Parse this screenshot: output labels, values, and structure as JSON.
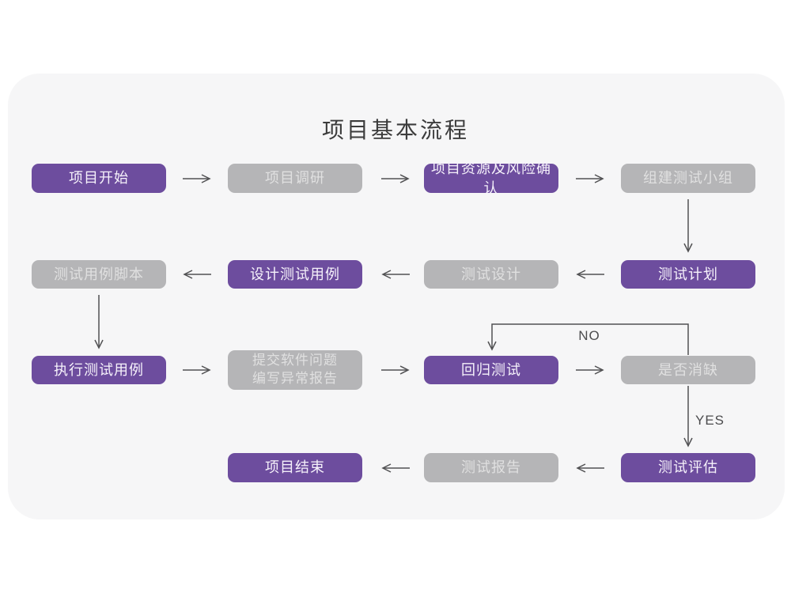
{
  "title": "项目基本流程",
  "colors": {
    "accent": "#6d4d9e",
    "muted_box": "#b5b5b7",
    "card_background": "#f6f6f7",
    "arrow": "#515153"
  },
  "nodes": [
    {
      "id": "project-start",
      "label": "项目开始",
      "variant": "accent"
    },
    {
      "id": "project-research",
      "label": "项目调研",
      "variant": "muted"
    },
    {
      "id": "resource-risk",
      "label": "项目资源及风险确认",
      "variant": "accent"
    },
    {
      "id": "build-test-team",
      "label": "组建测试小组",
      "variant": "muted"
    },
    {
      "id": "test-case-script",
      "label": "测试用例脚本",
      "variant": "muted"
    },
    {
      "id": "design-test-case",
      "label": "设计测试用例",
      "variant": "accent"
    },
    {
      "id": "test-design",
      "label": "测试设计",
      "variant": "muted"
    },
    {
      "id": "test-plan",
      "label": "测试计划",
      "variant": "accent"
    },
    {
      "id": "execute-test-case",
      "label": "执行测试用例",
      "variant": "accent"
    },
    {
      "id": "submit-issue-report",
      "label": "提交软件问题\n编写异常报告",
      "variant": "muted"
    },
    {
      "id": "regression-test",
      "label": "回归测试",
      "variant": "accent"
    },
    {
      "id": "defect-cleared",
      "label": "是否消缺",
      "variant": "muted"
    },
    {
      "id": "project-end",
      "label": "项目结束",
      "variant": "accent"
    },
    {
      "id": "test-report",
      "label": "测试报告",
      "variant": "muted"
    },
    {
      "id": "test-evaluate",
      "label": "测试评估",
      "variant": "accent"
    }
  ],
  "edge_labels": {
    "no": "NO",
    "yes": "YES"
  }
}
